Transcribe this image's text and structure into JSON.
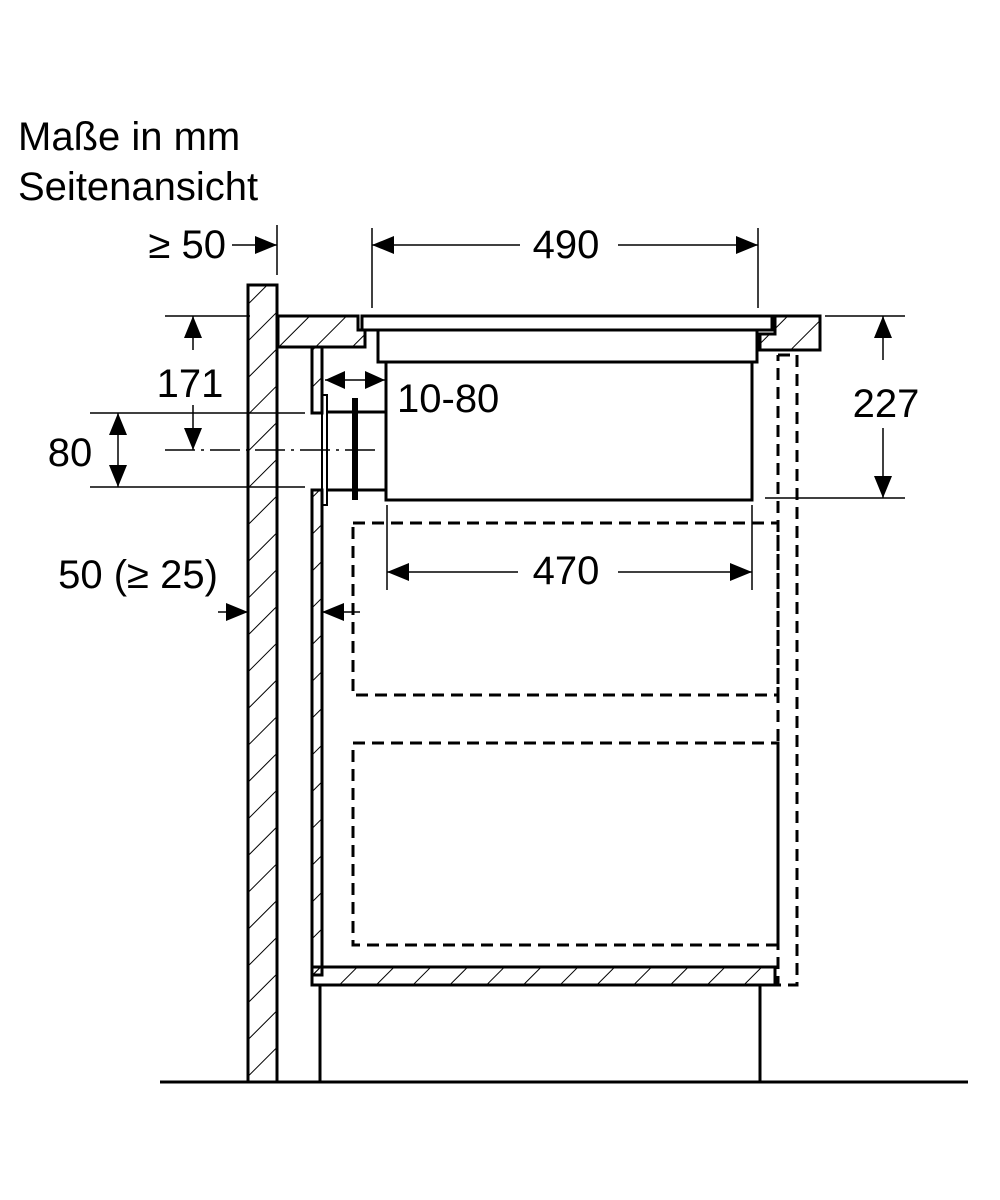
{
  "title": {
    "line1": "Maße in mm",
    "line2": "Seitenansicht"
  },
  "dimensions": {
    "wall_gap": "≥ 50",
    "hob_width": "490",
    "hob_height": "227",
    "duct_height_offset": "171",
    "duct_diameter": "80",
    "duct_distance": "10-80",
    "cutout_depth": "470",
    "rear_gap": "50 (≥ 25)"
  },
  "colors": {
    "line": "#000000",
    "background": "#ffffff"
  }
}
